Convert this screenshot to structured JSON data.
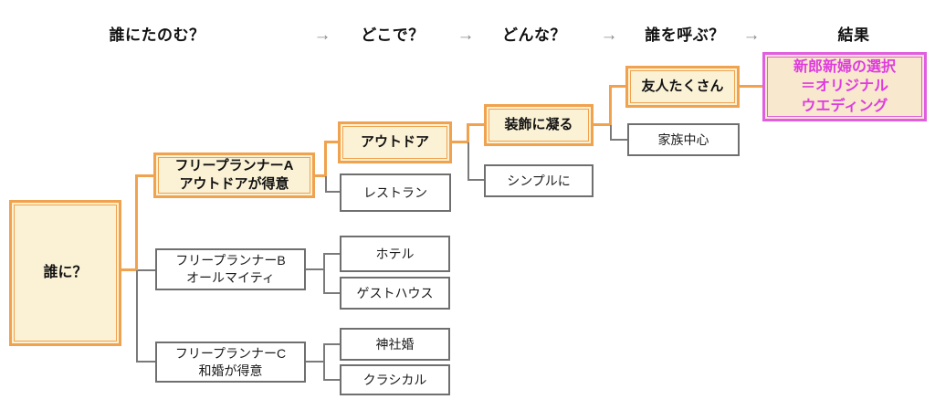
{
  "header": {
    "arrow": "→",
    "columns": [
      "誰にたのむ？",
      "どこで？",
      "どんな？",
      "誰を呼ぶ？",
      "結果"
    ]
  },
  "nodes": {
    "root": "誰に？",
    "planner_a_line1": "フリープランナーA",
    "planner_a_line2": "アウトドアが得意",
    "planner_b_line1": "フリープランナーB",
    "planner_b_line2": "オールマイティ",
    "planner_c_line1": "フリープランナーC",
    "planner_c_line2": "和婚が得意",
    "outdoor": "アウトドア",
    "restaurant": "レストラン",
    "hotel": "ホテル",
    "guesthouse": "ゲストハウス",
    "shrine": "神社婚",
    "classical": "クラシカル",
    "decorate": "装飾に凝る",
    "simple": "シンプルに",
    "friends": "友人たくさん",
    "family": "家族中心",
    "result_line1": "新郎新婦の選択",
    "result_line2": "＝オリジナル",
    "result_line3": "ウエディング"
  },
  "colors": {
    "highlight_border": "#F0A24E",
    "highlight_fill": "#FBF2D6",
    "result_border": "#E05FE0",
    "result_text": "#DF3BDF",
    "result_fill": "#F8E8CE",
    "gray_border": "#6F6F6F"
  }
}
